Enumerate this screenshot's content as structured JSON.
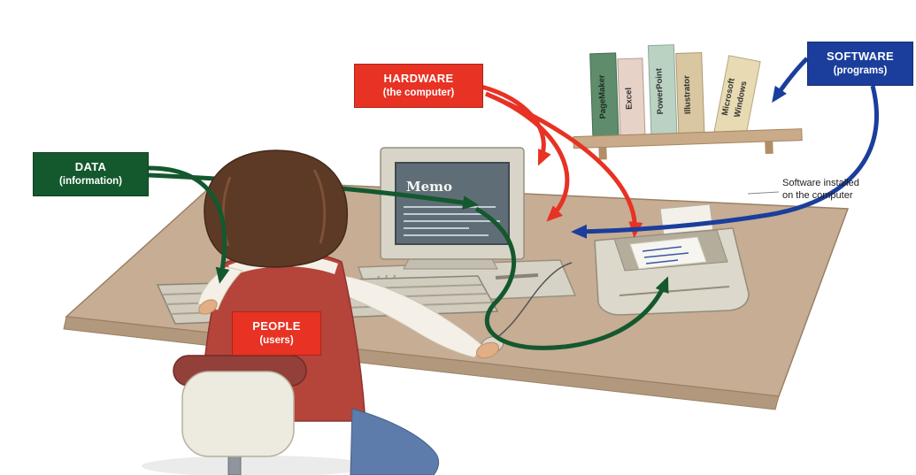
{
  "labels": {
    "hardware": {
      "title": "HARDWARE",
      "subtitle": "(the computer)",
      "color": "#e73224"
    },
    "software": {
      "title": "SOFTWARE",
      "subtitle": "(programs)",
      "color": "#1b3e9c"
    },
    "data": {
      "title": "DATA",
      "subtitle": "(information)",
      "color": "#14582e"
    },
    "people": {
      "title": "PEOPLE",
      "subtitle": "(users)",
      "color": "#e73224"
    }
  },
  "annotation": {
    "line1": "Software installed",
    "line2": "on the computer"
  },
  "monitor": {
    "screen_title": "Memo"
  },
  "bookshelf": {
    "books": [
      {
        "title": "PageMaker",
        "spine_color": "#5f8d6c"
      },
      {
        "title": "Excel",
        "spine_color": "#e7d2c8"
      },
      {
        "title": "PowerPoint",
        "spine_color": "#bad2c2"
      },
      {
        "title": "Illustrator",
        "spine_color": "#d8c7a0"
      },
      {
        "title_line1": "Microsoft",
        "title_line2": "Windows",
        "spine_color": "#e8dbb3"
      }
    ]
  }
}
